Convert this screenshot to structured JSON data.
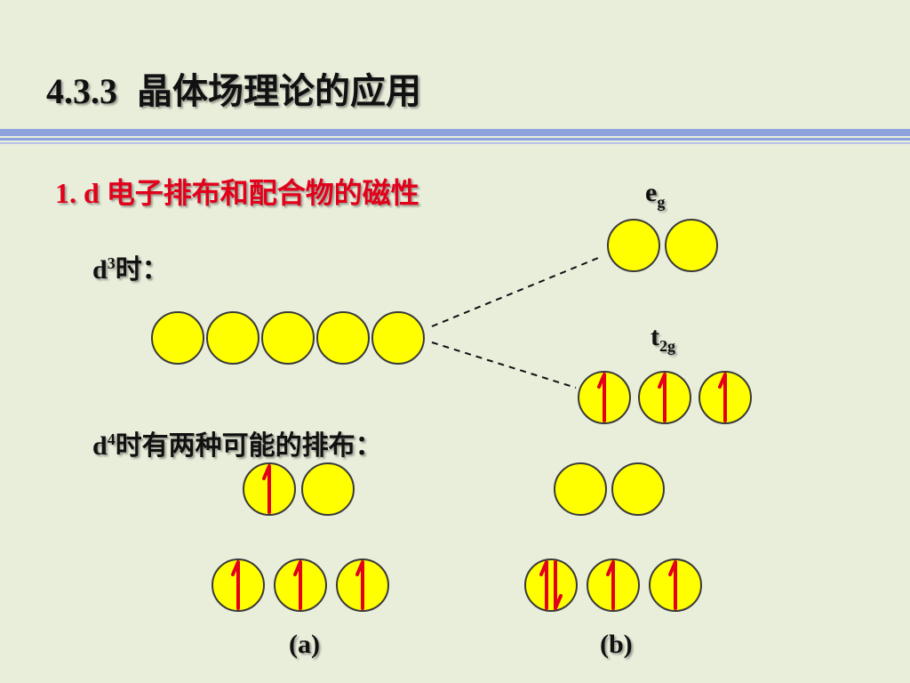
{
  "slide": {
    "section_number": "4.3.3",
    "title": "晶体场理论的应用",
    "subtitle": "1.  d 电子排布和配合物的磁性",
    "d3_label": {
      "base": "d",
      "sup": "3",
      "suffix": "时："
    },
    "d4_label": {
      "base": "d",
      "sup": "4",
      "suffix": "时有两种可能的排布："
    },
    "eg_label": {
      "base": "e",
      "sub": "g"
    },
    "t2g_label": {
      "base": "t",
      "sub": "2g"
    },
    "caption_a": "(a)",
    "caption_b": "(b)"
  },
  "colors": {
    "background": "#e9eedb",
    "orbital_fill": "#ffff00",
    "electron_arrow": "#e2001a",
    "subtitle": "#e2001a",
    "rule": "#8ea3de"
  },
  "electrons": {
    "d3_t2g": [
      "up",
      "up",
      "up"
    ],
    "d3_eg": [
      "empty",
      "empty"
    ],
    "a_eg": [
      "up",
      "empty"
    ],
    "a_t2g": [
      "up",
      "up",
      "up"
    ],
    "b_eg": [
      "empty",
      "empty"
    ],
    "b_t2g": [
      "pair",
      "up",
      "up"
    ]
  }
}
